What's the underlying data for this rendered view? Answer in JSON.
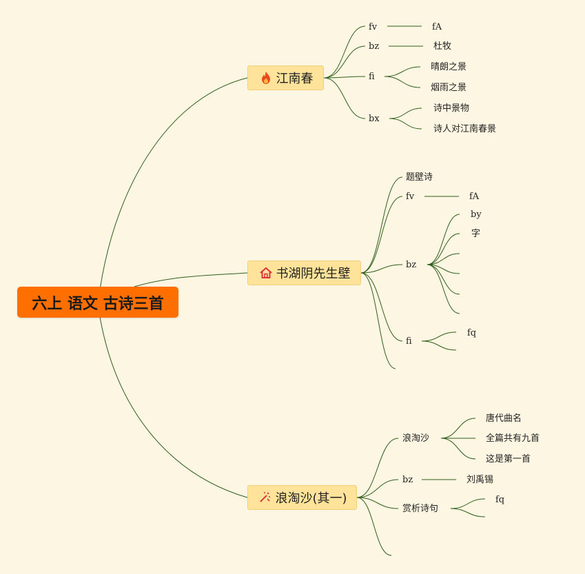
{
  "root": {
    "label": "六上 语文 古诗三首"
  },
  "branches": [
    {
      "label": "江南春",
      "icon": "fire-icon",
      "children": [
        {
          "label": "fv",
          "children": [
            "fA"
          ]
        },
        {
          "label": "bz",
          "children": [
            "杜牧"
          ]
        },
        {
          "label": "fi",
          "children": [
            "晴朗之景",
            "烟雨之景"
          ]
        },
        {
          "label": "bx",
          "children": [
            "诗中景物",
            "诗人对江南春景"
          ]
        }
      ]
    },
    {
      "label": "书湖阴先生壁",
      "icon": "house-icon",
      "children": [
        {
          "label": "题壁诗",
          "children": []
        },
        {
          "label": "fv",
          "children": [
            "fA"
          ]
        },
        {
          "label": "bz",
          "children": [
            "by",
            "字",
            "",
            "",
            "",
            ""
          ]
        },
        {
          "label": "fi",
          "children": [
            "fq",
            ""
          ]
        },
        {
          "label": "",
          "children": []
        }
      ]
    },
    {
      "label": "浪淘沙(其一)",
      "icon": "magic-wand-icon",
      "children": [
        {
          "label": "浪淘沙",
          "children": [
            "唐代曲名",
            "全篇共有九首",
            "这是第一首"
          ]
        },
        {
          "label": "bz",
          "children": [
            "刘禹锡"
          ]
        },
        {
          "label": "赏析诗句",
          "children": [
            "fq",
            ""
          ]
        },
        {
          "label": "",
          "children": []
        }
      ]
    }
  ],
  "colors": {
    "background": "#fdf6e3",
    "root_fill": "#ff6f00",
    "branch_fill": "#ffe39a",
    "line": "#2f5e1a",
    "fire": "#e8491d",
    "house": "#d9343c",
    "wand": "#d9343c"
  }
}
